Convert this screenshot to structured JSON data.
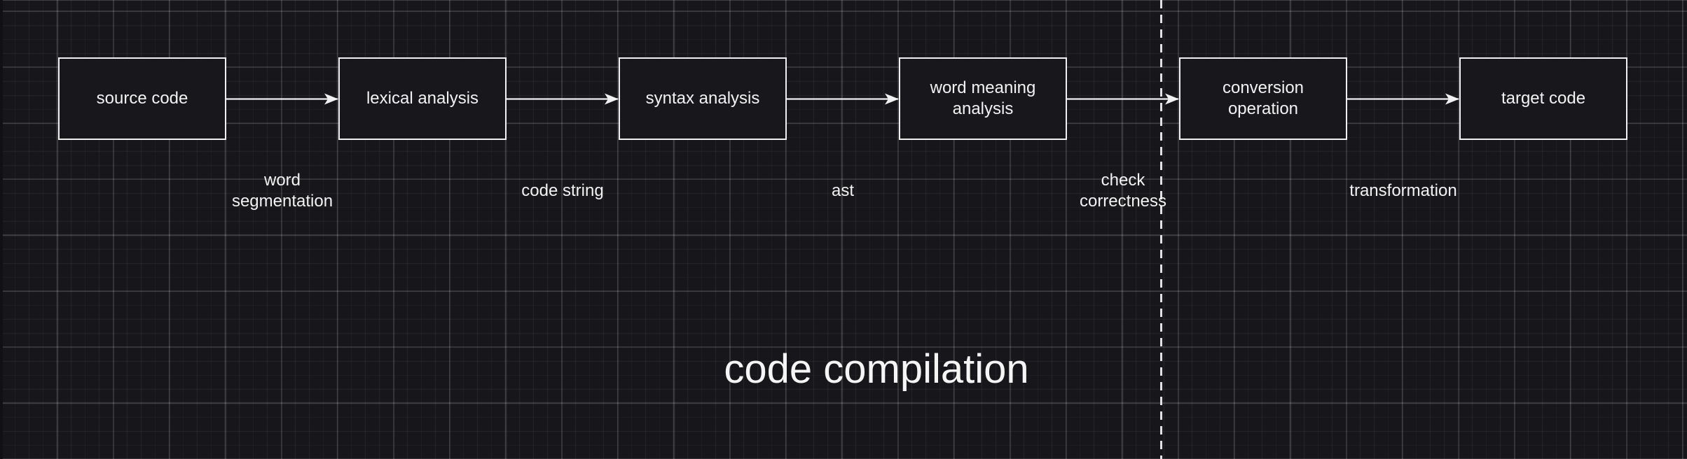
{
  "canvas": {
    "background_color": "#17171b",
    "grid_minor_color": "rgba(255,255,255,0.05)",
    "grid_major_color": "rgba(255,255,255,0.13)"
  },
  "diagram": {
    "title": "code compilation",
    "nodes": [
      {
        "label": "source code"
      },
      {
        "label": "lexical analysis"
      },
      {
        "label": "syntax analysis"
      },
      {
        "label": "word meaning analysis"
      },
      {
        "label": "conversion operation"
      },
      {
        "label": "target code"
      }
    ],
    "edge_labels": [
      {
        "label": "word segmentation"
      },
      {
        "label": "code string"
      },
      {
        "label": "ast"
      },
      {
        "label": "check correctness"
      },
      {
        "label": "transformation"
      }
    ],
    "divider": {
      "style": "dashed",
      "color": "#e2e2e2"
    },
    "colors": {
      "node_fill": "#17171c",
      "node_border": "#f0f0f0",
      "text": "#f2f2f2",
      "arrow": "#f0f0f0"
    }
  }
}
